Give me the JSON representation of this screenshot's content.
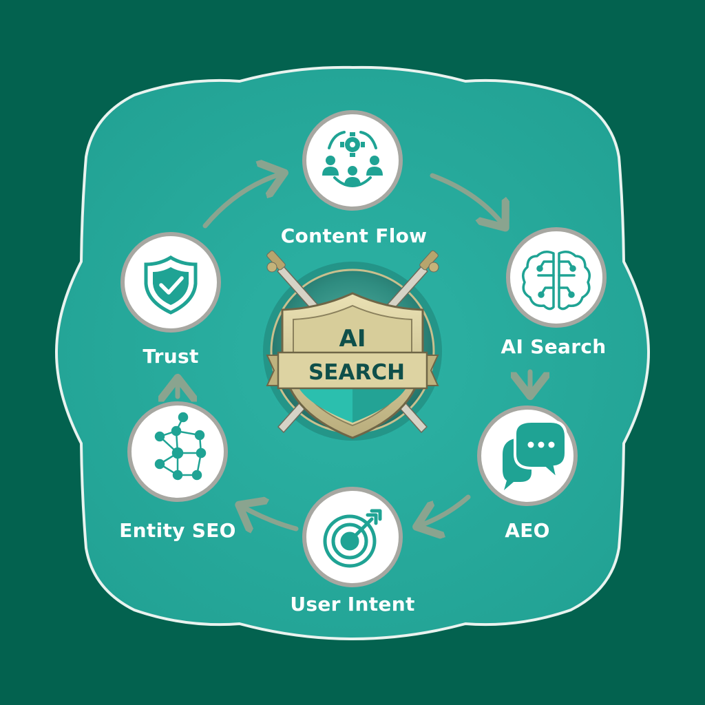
{
  "center": {
    "line1": "AI",
    "line2": "SEARCH"
  },
  "nodes": [
    {
      "id": "content-flow",
      "label": "Content Flow",
      "icon": "team-gear-icon"
    },
    {
      "id": "ai-search",
      "label": "AI Search",
      "icon": "brain-circuit-icon"
    },
    {
      "id": "aeo",
      "label": "AEO",
      "icon": "chat-bubbles-icon"
    },
    {
      "id": "user-intent",
      "label": "User Intent",
      "icon": "target-arrow-icon"
    },
    {
      "id": "entity-seo",
      "label": "Entity SEO",
      "icon": "network-graph-icon"
    },
    {
      "id": "trust",
      "label": "Trust",
      "icon": "shield-check-icon"
    }
  ],
  "colors": {
    "background": "#03624f",
    "panel": "#25a99c",
    "panel_border": "#e9f3ef",
    "icon_teal": "#1fa394",
    "icon_ring": "#a7a7a1",
    "arrow": "#8aa48f",
    "banner": "#d9cf9e",
    "shield_teal": "#2bbfae"
  }
}
